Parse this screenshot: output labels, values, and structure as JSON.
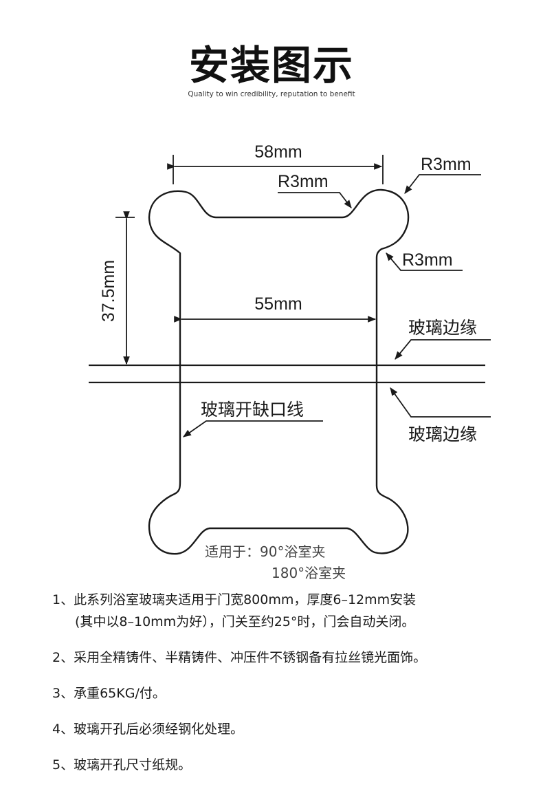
{
  "header": {
    "title": "安装图示",
    "subtitle": "Quality to win credibility, reputation to benefit"
  },
  "diagram": {
    "dim_top_width": "58mm",
    "dim_inner_width": "55mm",
    "dim_height": "37.5mm",
    "radius_top_inner": "R3mm",
    "radius_top_right": "R3mm",
    "radius_side": "R3mm",
    "glass_edge_top": "玻璃边缘",
    "glass_edge_bottom": "玻璃边缘",
    "notch_line": "玻璃开缺口线",
    "applies_line1": "适用于：90°浴室夹",
    "applies_line2": "180°浴室夹"
  },
  "notes": [
    {
      "line1": "1、此系列浴室玻璃夹适用于门宽800mm，厚度6–12mm安装",
      "line2": "(其中以8–10mm为好），门关至约25°时，门会自动关闭。"
    },
    {
      "line1": "2、采用全精铸件、半精铸件、冲压件不锈钢备有拉丝镜光面饰。"
    },
    {
      "line1": "3、承重65KG/付。"
    },
    {
      "line1": "4、玻璃开孔后必须经钢化处理。"
    },
    {
      "line1": "5、玻璃开孔尺寸纸规。"
    }
  ]
}
